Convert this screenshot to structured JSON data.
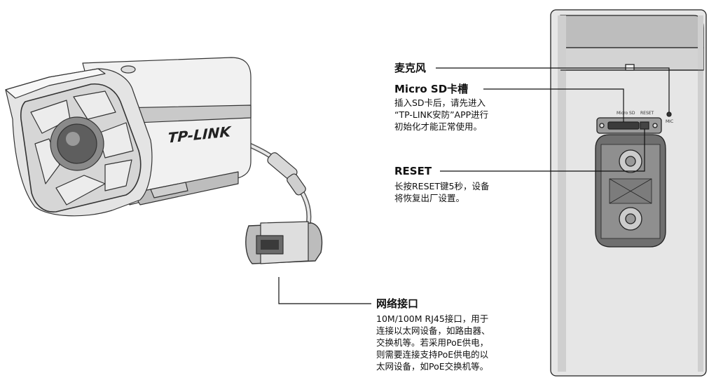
{
  "camera": {
    "brand_logo": "TP-LINK"
  },
  "back_panel": {
    "slot_label_microsd": "Micro SD",
    "slot_label_reset": "RESET",
    "mic_label": "MIC"
  },
  "callouts": {
    "microphone": {
      "title": "麦克风"
    },
    "microsd": {
      "title": "Micro SD卡槽",
      "desc": [
        "插入SD卡后，请先进入",
        "“TP-LINK安防”APP进行",
        "初始化才能正常使用。"
      ]
    },
    "reset": {
      "title": "RESET",
      "desc": [
        "长按RESET键5秒，设备",
        "将恢复出厂设置。"
      ]
    },
    "network": {
      "title": "网络接口",
      "desc": [
        "10M/100M RJ45接口，用于",
        "连接以太网设备，如路由器、",
        "交换机等。若采用PoE供电，",
        "则需要连接支持PoE供电的以",
        "太网设备，如PoE交换机等。"
      ]
    }
  }
}
